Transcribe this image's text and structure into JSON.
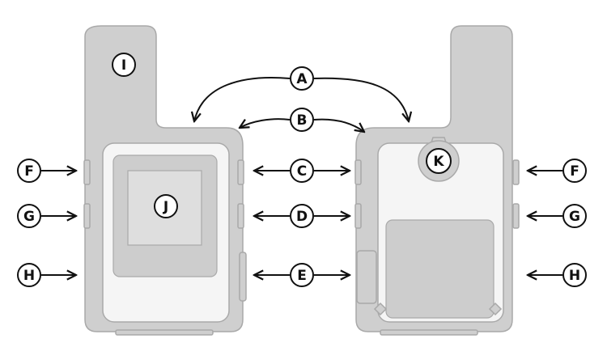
{
  "callouts": {
    "A": "A",
    "B": "B",
    "C": "C",
    "D": "D",
    "E": "E",
    "F": "F",
    "G": "G",
    "H": "H",
    "I": "I",
    "J": "J",
    "K": "K"
  },
  "colors": {
    "device": "#cfcfcf",
    "panel": "#f5f5f5",
    "outline": "#a9a9a9",
    "ink": "#111111"
  }
}
